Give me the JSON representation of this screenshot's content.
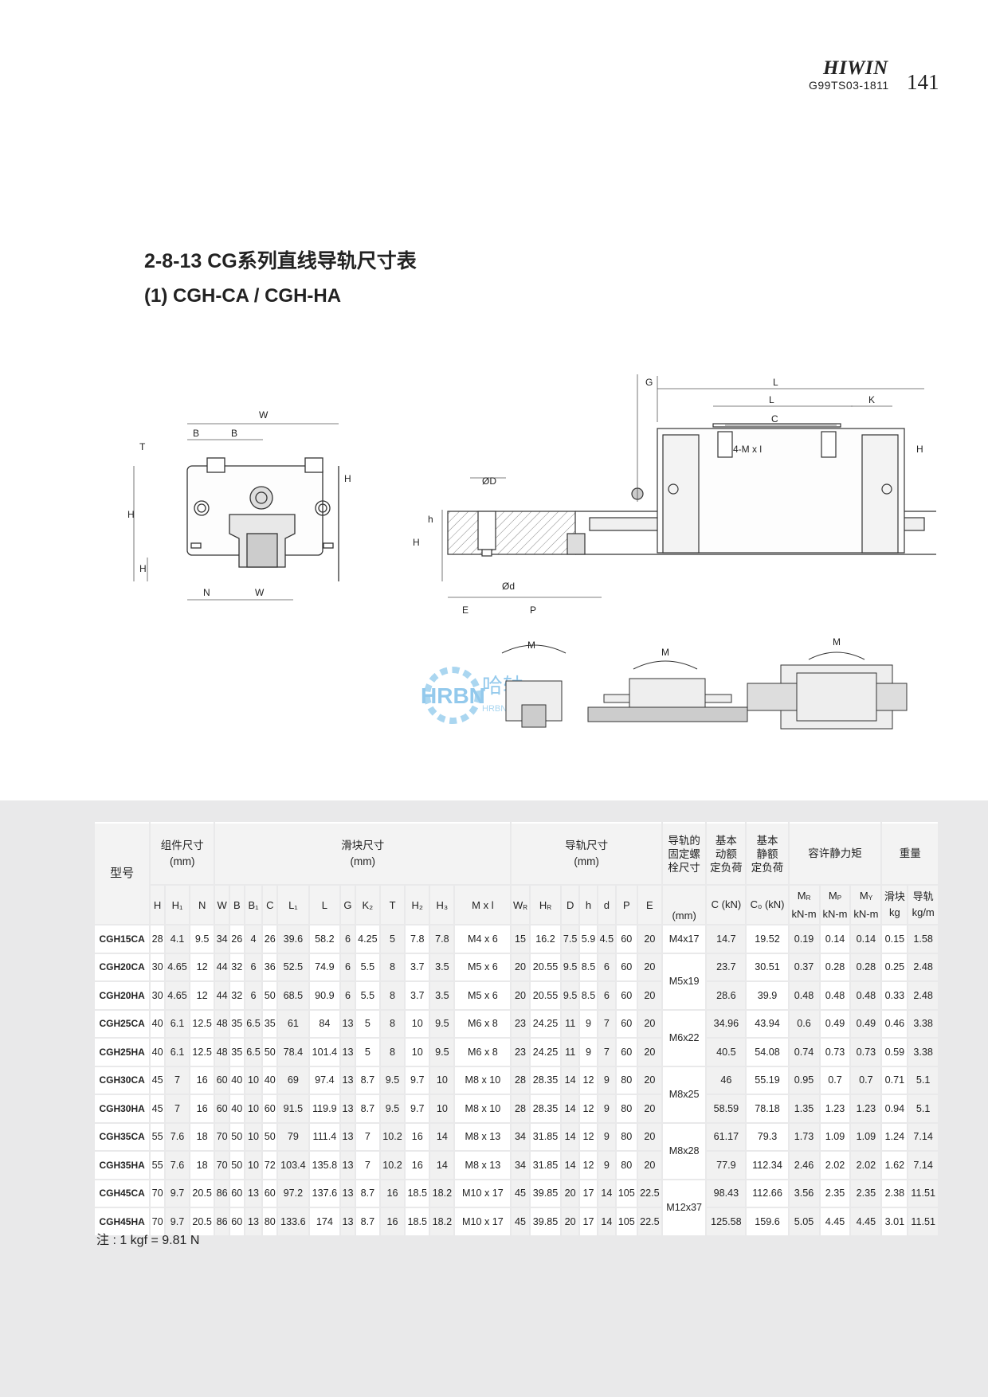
{
  "header": {
    "brand": "HIWIN",
    "code": "G99TS03-1811",
    "page": "141"
  },
  "section_title": "2-8-13 CG系列直线导轨尺寸表",
  "subtitle": "(1) CGH-CA / CGH-HA",
  "diagram_labels": {
    "W": "W",
    "B1": "B",
    "B": "B",
    "T": "T",
    "H": "H",
    "H1": "H",
    "H2": "H",
    "N": "N",
    "WR": "W",
    "OD": "ØD",
    "Od": "Ød",
    "h": "h",
    "HR": "H",
    "E": "E",
    "P": "P",
    "G": "G",
    "L": "L",
    "L1": "L",
    "C": "C",
    "K2": "K",
    "H3": "H",
    "Mxl": "4-M x l",
    "MR": "M",
    "MP": "M",
    "MY": "M"
  },
  "watermark": {
    "logo": "HRBN",
    "cn": "哈轴",
    "en": "HRBN BEARINGS"
  },
  "table": {
    "model_header": "型号",
    "groups": {
      "assembly": "组件尺寸\n(mm)",
      "block": "滑块尺寸\n(mm)",
      "rail": "导轨尺寸\n(mm)",
      "bolt": "导轨的\n固定螺\n栓尺寸",
      "dynamic": "基本\n动额\n定负荷",
      "static": "基本\n静额\n定负荷",
      "moment": "容许静力矩",
      "weight": "重量"
    },
    "sub_headers": [
      "H",
      "H₁",
      "N",
      "W",
      "B",
      "B₁",
      "C",
      "L₁",
      "L",
      "G",
      "K₂",
      "T",
      "H₂",
      "H₃",
      "M x l",
      "W_R",
      "H_R",
      "D",
      "h",
      "d",
      "P",
      "E",
      "(mm)",
      "C (kN)",
      "C₀ (kN)"
    ],
    "moment_headers": [
      {
        "sym": "M_R",
        "unit": "kN-m"
      },
      {
        "sym": "M_P",
        "unit": "kN-m"
      },
      {
        "sym": "M_Y",
        "unit": "kN-m"
      }
    ],
    "weight_headers": [
      {
        "sym": "滑块",
        "unit": "kg"
      },
      {
        "sym": "导轨",
        "unit": "kg/m"
      }
    ],
    "rows": [
      {
        "model": "CGH15CA",
        "vals": [
          "28",
          "4.1",
          "9.5",
          "34",
          "26",
          "4",
          "26",
          "39.6",
          "58.2",
          "6",
          "4.25",
          "5",
          "7.8",
          "7.8",
          "M4 x 6",
          "15",
          "16.2",
          "7.5",
          "5.9",
          "4.5",
          "60",
          "20"
        ],
        "bolt": "M4x17",
        "rest": [
          "14.7",
          "19.52",
          "0.19",
          "0.14",
          "0.14",
          "0.15",
          "1.58"
        ]
      },
      {
        "model": "CGH20CA",
        "vals": [
          "30",
          "4.65",
          "12",
          "44",
          "32",
          "6",
          "36",
          "52.5",
          "74.9",
          "6",
          "5.5",
          "8",
          "3.7",
          "3.5",
          "M5 x 6",
          "20",
          "20.55",
          "9.5",
          "8.5",
          "6",
          "60",
          "20"
        ],
        "bolt": "M5x19",
        "rest": [
          "23.7",
          "30.51",
          "0.37",
          "0.28",
          "0.28",
          "0.25",
          "2.48"
        ]
      },
      {
        "model": "CGH20HA",
        "vals": [
          "30",
          "4.65",
          "12",
          "44",
          "32",
          "6",
          "50",
          "68.5",
          "90.9",
          "6",
          "5.5",
          "8",
          "3.7",
          "3.5",
          "M5 x 6",
          "20",
          "20.55",
          "9.5",
          "8.5",
          "6",
          "60",
          "20"
        ],
        "bolt": "",
        "rest": [
          "28.6",
          "39.9",
          "0.48",
          "0.48",
          "0.48",
          "0.33",
          "2.48"
        ]
      },
      {
        "model": "CGH25CA",
        "vals": [
          "40",
          "6.1",
          "12.5",
          "48",
          "35",
          "6.5",
          "35",
          "61",
          "84",
          "13",
          "5",
          "8",
          "10",
          "9.5",
          "M6 x 8",
          "23",
          "24.25",
          "11",
          "9",
          "7",
          "60",
          "20"
        ],
        "bolt": "M6x22",
        "rest": [
          "34.96",
          "43.94",
          "0.6",
          "0.49",
          "0.49",
          "0.46",
          "3.38"
        ]
      },
      {
        "model": "CGH25HA",
        "vals": [
          "40",
          "6.1",
          "12.5",
          "48",
          "35",
          "6.5",
          "50",
          "78.4",
          "101.4",
          "13",
          "5",
          "8",
          "10",
          "9.5",
          "M6 x 8",
          "23",
          "24.25",
          "11",
          "9",
          "7",
          "60",
          "20"
        ],
        "bolt": "",
        "rest": [
          "40.5",
          "54.08",
          "0.74",
          "0.73",
          "0.73",
          "0.59",
          "3.38"
        ]
      },
      {
        "model": "CGH30CA",
        "vals": [
          "45",
          "7",
          "16",
          "60",
          "40",
          "10",
          "40",
          "69",
          "97.4",
          "13",
          "8.7",
          "9.5",
          "9.7",
          "10",
          "M8 x 10",
          "28",
          "28.35",
          "14",
          "12",
          "9",
          "80",
          "20"
        ],
        "bolt": "M8x25",
        "rest": [
          "46",
          "55.19",
          "0.95",
          "0.7",
          "0.7",
          "0.71",
          "5.1"
        ]
      },
      {
        "model": "CGH30HA",
        "vals": [
          "45",
          "7",
          "16",
          "60",
          "40",
          "10",
          "60",
          "91.5",
          "119.9",
          "13",
          "8.7",
          "9.5",
          "9.7",
          "10",
          "M8 x 10",
          "28",
          "28.35",
          "14",
          "12",
          "9",
          "80",
          "20"
        ],
        "bolt": "",
        "rest": [
          "58.59",
          "78.18",
          "1.35",
          "1.23",
          "1.23",
          "0.94",
          "5.1"
        ]
      },
      {
        "model": "CGH35CA",
        "vals": [
          "55",
          "7.6",
          "18",
          "70",
          "50",
          "10",
          "50",
          "79",
          "111.4",
          "13",
          "7",
          "10.2",
          "16",
          "14",
          "M8 x 13",
          "34",
          "31.85",
          "14",
          "12",
          "9",
          "80",
          "20"
        ],
        "bolt": "M8x28",
        "rest": [
          "61.17",
          "79.3",
          "1.73",
          "1.09",
          "1.09",
          "1.24",
          "7.14"
        ]
      },
      {
        "model": "CGH35HA",
        "vals": [
          "55",
          "7.6",
          "18",
          "70",
          "50",
          "10",
          "72",
          "103.4",
          "135.8",
          "13",
          "7",
          "10.2",
          "16",
          "14",
          "M8 x 13",
          "34",
          "31.85",
          "14",
          "12",
          "9",
          "80",
          "20"
        ],
        "bolt": "",
        "rest": [
          "77.9",
          "112.34",
          "2.46",
          "2.02",
          "2.02",
          "1.62",
          "7.14"
        ]
      },
      {
        "model": "CGH45CA",
        "vals": [
          "70",
          "9.7",
          "20.5",
          "86",
          "60",
          "13",
          "60",
          "97.2",
          "137.6",
          "13",
          "8.7",
          "16",
          "18.5",
          "18.2",
          "M10 x 17",
          "45",
          "39.85",
          "20",
          "17",
          "14",
          "105",
          "22.5"
        ],
        "bolt": "M12x37",
        "rest": [
          "98.43",
          "112.66",
          "3.56",
          "2.35",
          "2.35",
          "2.38",
          "11.51"
        ]
      },
      {
        "model": "CGH45HA",
        "vals": [
          "70",
          "9.7",
          "20.5",
          "86",
          "60",
          "13",
          "80",
          "133.6",
          "174",
          "13",
          "8.7",
          "16",
          "18.5",
          "18.2",
          "M10 x 17",
          "45",
          "39.85",
          "20",
          "17",
          "14",
          "105",
          "22.5"
        ],
        "bolt": "",
        "rest": [
          "125.58",
          "159.6",
          "5.05",
          "4.45",
          "4.45",
          "3.01",
          "11.51"
        ]
      }
    ],
    "note": "注 : 1 kgf = 9.81 N"
  }
}
